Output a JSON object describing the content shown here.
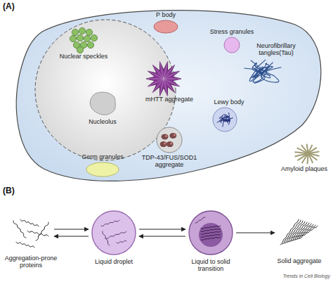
{
  "diagram": {
    "nodes": [
      {
        "text": [
          "P body"
        ]
      },
      {
        "text": [
          "Stress granules"
        ]
      },
      {
        "text": [
          "Nuclear speckles"
        ]
      },
      {
        "text": [
          "Neurofibrillary tangles(Tau)"
        ]
      },
      {
        "text": [
          "mHTT aggregate"
        ]
      },
      {
        "text": [
          "Nucleolus"
        ]
      },
      {
        "text": [
          "Lewy body"
        ]
      },
      {
        "text": [
          "TDP-43/FUS/SOD1 aggregate"
        ]
      },
      {
        "text": [
          "Germ granules"
        ]
      },
      {
        "text": [
          "Amyloid plaques"
        ]
      },
      {
        "text": [
          "Aggregation-prone proteins"
        ]
      },
      {
        "text": [
          "Liquid droplet"
        ]
      },
      {
        "text": [
          "Liquid to solid transition"
        ]
      },
      {
        "text": [
          "Solid aggregate"
        ]
      }
    ],
    "edges": [
      {
        "from": 10,
        "to": 11,
        "arrow": "to"
      },
      {
        "from": 11,
        "to": 10,
        "arrow": "to"
      },
      {
        "from": 11,
        "to": 12,
        "arrow": "to"
      },
      {
        "from": 12,
        "to": 11,
        "arrow": "to"
      },
      {
        "from": 12,
        "to": 13,
        "arrow": "to"
      }
    ],
    "labels": [
      "(A)",
      "(B)",
      "Trends in Cell Biology"
    ]
  }
}
